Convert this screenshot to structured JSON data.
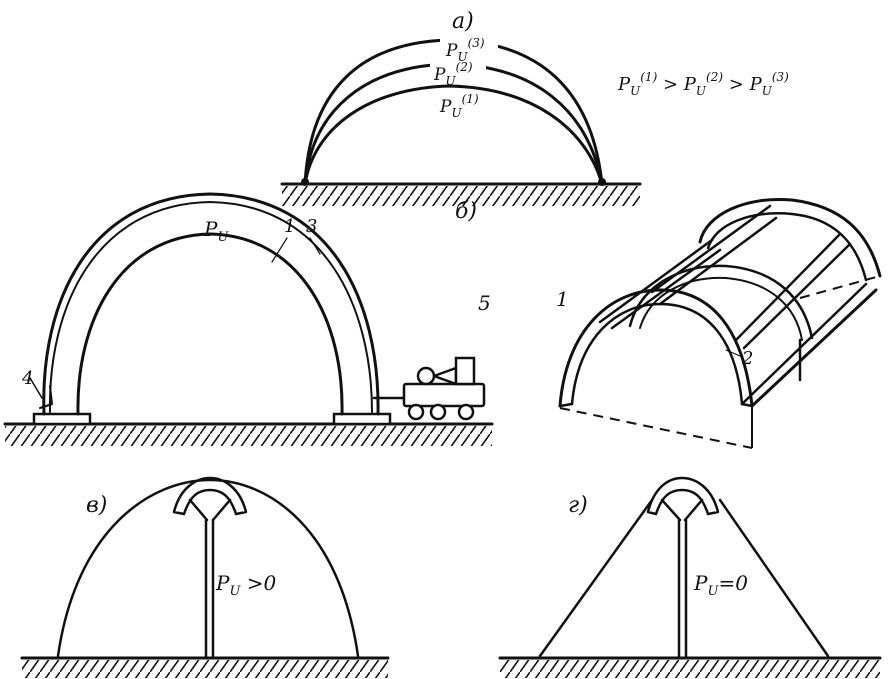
{
  "panels": {
    "a": {
      "label": "a)",
      "arch_labels": [
        "P_U^(3)",
        "P_U^(2)",
        "P_U^(1)"
      ],
      "formula": "P_U^(1) > P_U^(2) > P_U^(3)"
    },
    "b": {
      "label": "б)",
      "pressure_label": "P_U",
      "callouts": [
        "1",
        "3",
        "4",
        "5",
        "1",
        "2"
      ]
    },
    "v": {
      "label": "в)",
      "condition": "P_U > 0"
    },
    "g": {
      "label": "г)",
      "condition": "P_U = 0"
    }
  },
  "colors": {
    "ink": "#111111",
    "paper": "#ffffff"
  }
}
